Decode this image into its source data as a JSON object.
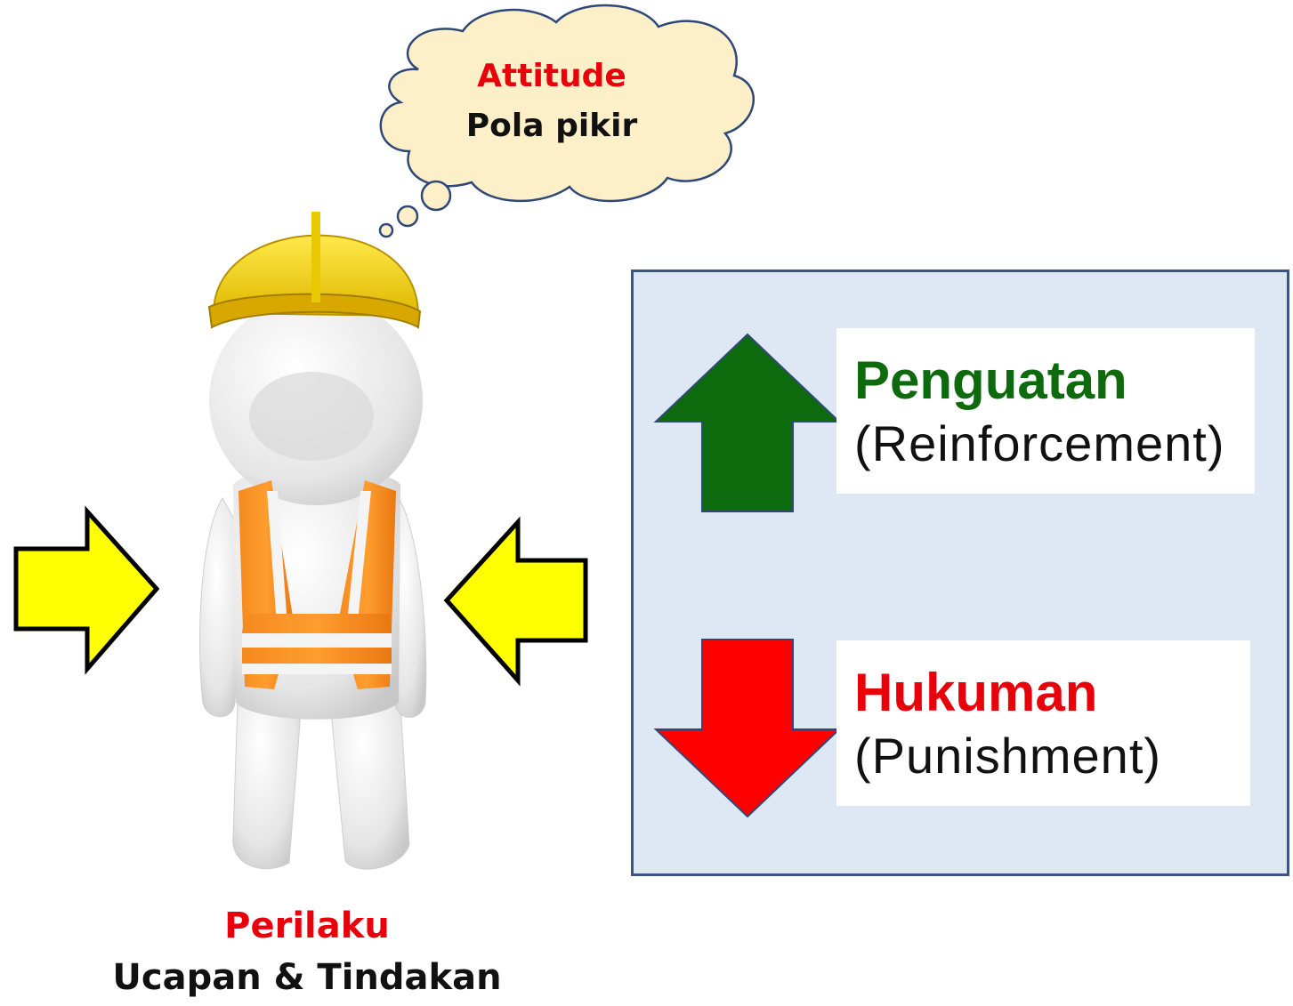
{
  "thought": {
    "title": "Attitude",
    "subtitle": "Pola pikir"
  },
  "figure": {
    "caption_title": "Perilaku",
    "caption_subtitle": "Ucapan & Tindakan"
  },
  "panel": {
    "reinforcement": {
      "label": "Penguatan",
      "sublabel": "(Reinforcement)"
    },
    "punishment": {
      "label": "Hukuman",
      "sublabel": "(Punishment)"
    }
  },
  "colors": {
    "red_text": "#e8000b",
    "green_text": "#0d6b0d",
    "up_arrow": "#0d6b0d",
    "down_arrow": "#ff0000",
    "side_arrow": "#ffff00",
    "bubble_fill": "#fdf0c8",
    "panel_fill": "#dde8f4",
    "panel_border": "#3b5587"
  }
}
